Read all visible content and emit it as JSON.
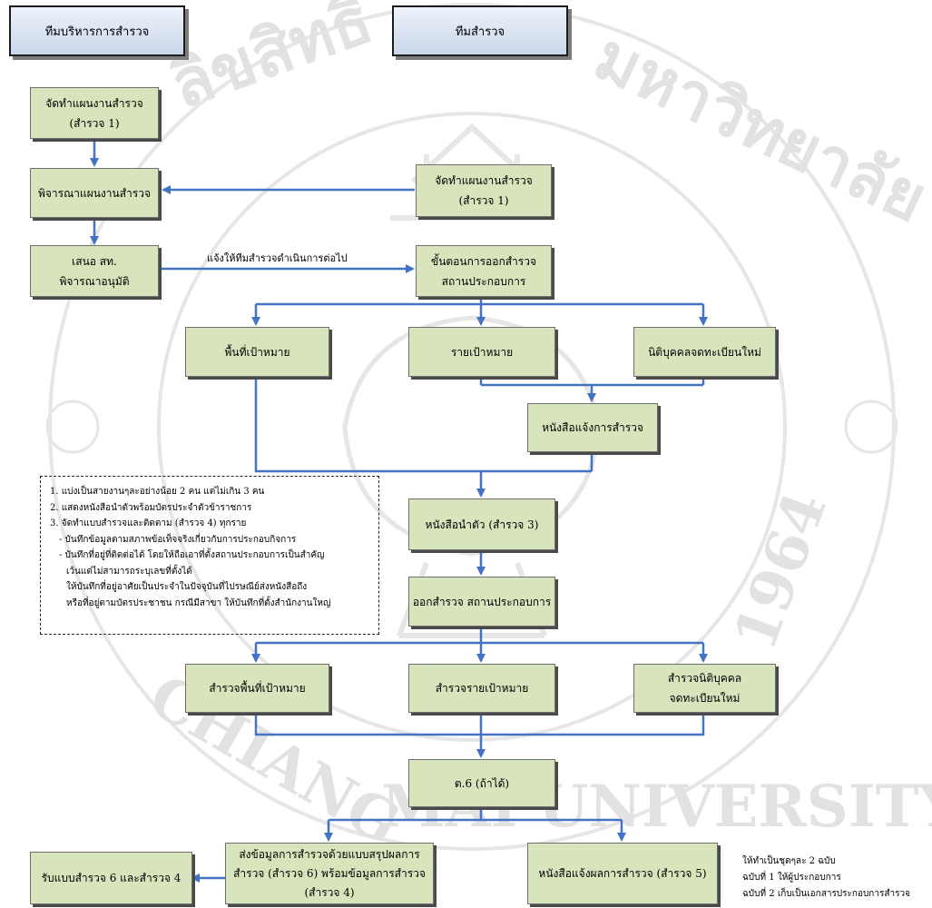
{
  "headers": {
    "admin_team": "ทีมบริหารการสำรวจ",
    "survey_team": "ทีมสำรวจ"
  },
  "boxes": {
    "plan_left": [
      "จัดทำแผนงานสำรวจ",
      "(สำรวจ 1)"
    ],
    "plan_right": [
      "จัดทำแผนงานสำรวจ",
      "(สำรวจ 1)"
    ],
    "consider_plan": [
      "พิจารณาแผนงานสำรวจ"
    ],
    "propose": [
      "เสนอ สท.",
      "พิจารณาอนุมัติ"
    ],
    "procedure": [
      "ขั้นตอนการออกสำรวจ",
      "สถานประกอบการ"
    ],
    "target_area": [
      "พื้นที่เป้าหมาย"
    ],
    "target_list": [
      "รายเป้าหมาย"
    ],
    "new_juristic": [
      "นิติบุคคลจดทะเบียนใหม่"
    ],
    "notice_letter": [
      "หนังสือแจ้งการสำรวจ"
    ],
    "intro_letter": [
      "หนังสือนำตัว (สำรวจ 3)"
    ],
    "go_survey": [
      "ออกสำรวจ สถานประกอบการ"
    ],
    "survey_area": [
      "สำรวจพื้นที่เป้าหมาย"
    ],
    "survey_list": [
      "สำรวจรายเป้าหมาย"
    ],
    "survey_juristic": [
      "สำรวจนิติบุคคล",
      "จดทะเบียนใหม่"
    ],
    "t6": [
      "ต.6 (ถ้าได้)"
    ],
    "receive_forms": [
      "รับแบบสำรวจ 6 และสำรวจ 4"
    ],
    "send_data": [
      "ส่งข้อมูลการสำรวจด้วยแบบสรุปผลการ",
      "สำรวจ (สำรวจ 6) พร้อมข้อมูลการสำรวจ",
      "(สำรวจ 4)"
    ],
    "result_letter": [
      "หนังสือแจ้งผลการสำรวจ (สำรวจ 5)"
    ]
  },
  "labels": {
    "notify_team": "แจ้งให้ทีมสำรวจดำเนินการต่อไป"
  },
  "note_lines": [
    "1. แบ่งเป็นสายงานๆละอย่างน้อย 2 คน แต่ไม่เกิน 3 คน",
    "2. แสดงหนังสือนำตัวพร้อมบัตรประจำตัวข้าราชการ",
    "3. จัดทำแบบสำรวจและติดตาม (สำรวจ 4) ทุกราย",
    "   - บันทึกข้อมูลตามสภาพข้อเท็จจริงเกี่ยวกับการประกอบกิจการ",
    "   - บันทึกที่อยู่ที่ติดต่อได้ โดยให้ถือเอาที่ตั้งสถานประกอบการเป็นสำคัญ",
    "      เว้นแต่ไม่สามารถระบุเลขที่ตั้งได้",
    "      ให้บันทึกที่อยู่อาศัยเป็นประจำในปัจจุบันที่ไปรษณีย์ส่งหนังสือถึง",
    "      หรือที่อยู่ตามบัตรประชาชน กรณีมีสาขา ให้บันทึกที่ตั้งสำนักงานใหญ่"
  ],
  "copies_lines": [
    "ให้ทำเป็นชุดๆละ 2 ฉบับ",
    "ฉบับที่ 1 ให้ผู้ประกอบการ",
    "ฉบับที่ 2 เก็บเป็นเอกสารประกอบการสำรวจ"
  ],
  "colors": {
    "box_fill": "#d8e4bc",
    "arrow": "#4472c4",
    "header_fill": "#c9d6ea"
  },
  "watermark": {
    "text_top": "ลิขสิทธิ์มหาวิทยาลัยเชียงใหม่",
    "text_bottom": "CHIANG MAI UNIVERSITY",
    "year": "1964"
  }
}
